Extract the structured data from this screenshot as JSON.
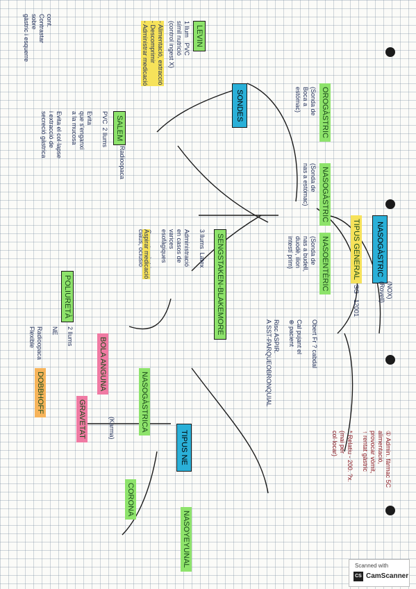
{
  "nodes": {
    "nasogastric": "NASOGÀSTRIC",
    "tipus_general": "TIPUS GENERAL",
    "orogastric": "OROGÀSTRIC",
    "naogastric": "NASOGÀSTRIC",
    "nasoenteric": "NASOENTÈRIC",
    "sondes": "SONDES",
    "levin": "LEVIN",
    "salem": "SALEM",
    "sengstaken": "SENGSTAKEN-BLAKEMORE",
    "poliuretà": "POLIURETÀ",
    "tipus_ne": "TIPUS NE",
    "dobbhoff": "DOBBHOFF",
    "nasogastric2": "NASOGÀSTRICA",
    "bola": "BOLA\nANGUNA",
    "gravetat": "GRAVETAT",
    "corona": "CORONA",
    "naso_yeyunal": "NASOYEYUNAL"
  },
  "texts": {
    "nasog_sub": "(NOX)\n(Rovell)",
    "sg_sub": "SG - 12001",
    "obert": "Obert Fr ? cabdal",
    "obert2": "Cal pujant el\n⊕ pacient\n\nRisc ASPIR.\nA SST-PARQUEOBRONQUIAL",
    "orogastric_txt": "(Sonda de\nBoca a\nestómac)",
    "nasog_txt": "(Sonda de\nnas a estómac)",
    "nasoe_txt": "(Sonda de\nnas a budell,\nduodè, ilion\nintestí prim)",
    "levin_txt": "1 llum   PVC\nsímil nutrició\n(control ingest X)",
    "levin_sub": "- Alimentació, extracció\n- Descomprimir\n- Administrar medicació",
    "salem_txt": "PVC  2 llums\n\nEvita\nque s'enganxi\na la mucosa\n\nEvita el col·lapse\ni extracció de\nsecreció gàstrica",
    "salem_sub": "Radioopaca",
    "sengstaken_txt": "3 llums  Latex\n\nAdministració\nen casos de\nvarices\nesofàgiques\n\nCompta gàstric,\nclaus, oclusió",
    "sengstaken_sub": "Aspirar medicació",
    "poli_txt": "2 llums\n\nNE\n\nRadioopaca",
    "poli_sub": "Flexible",
    "tipus_ne_txt": "(Karma)",
    "red_note": "① Admin. fàrmac 5C\nalimentació,\nprovocar vòmit,\n↑ rentat gàstric\n\n* Relatiu - 200. ?x.\n(mai per\ncol·locar)",
    "left_note": "cont.\nContrastar\nsobre\ngàstric i esquerre"
  },
  "scanner": {
    "line1": "Scanned with",
    "logo": "CS",
    "line2": "CamScanner"
  },
  "colors": {
    "green_highlight": "#8ee36b",
    "yellow_highlight": "#f6e25a",
    "blue_box": "#2ab0d8",
    "pink_highlight": "#f07aa3",
    "ink_red": "#8a1b24"
  }
}
